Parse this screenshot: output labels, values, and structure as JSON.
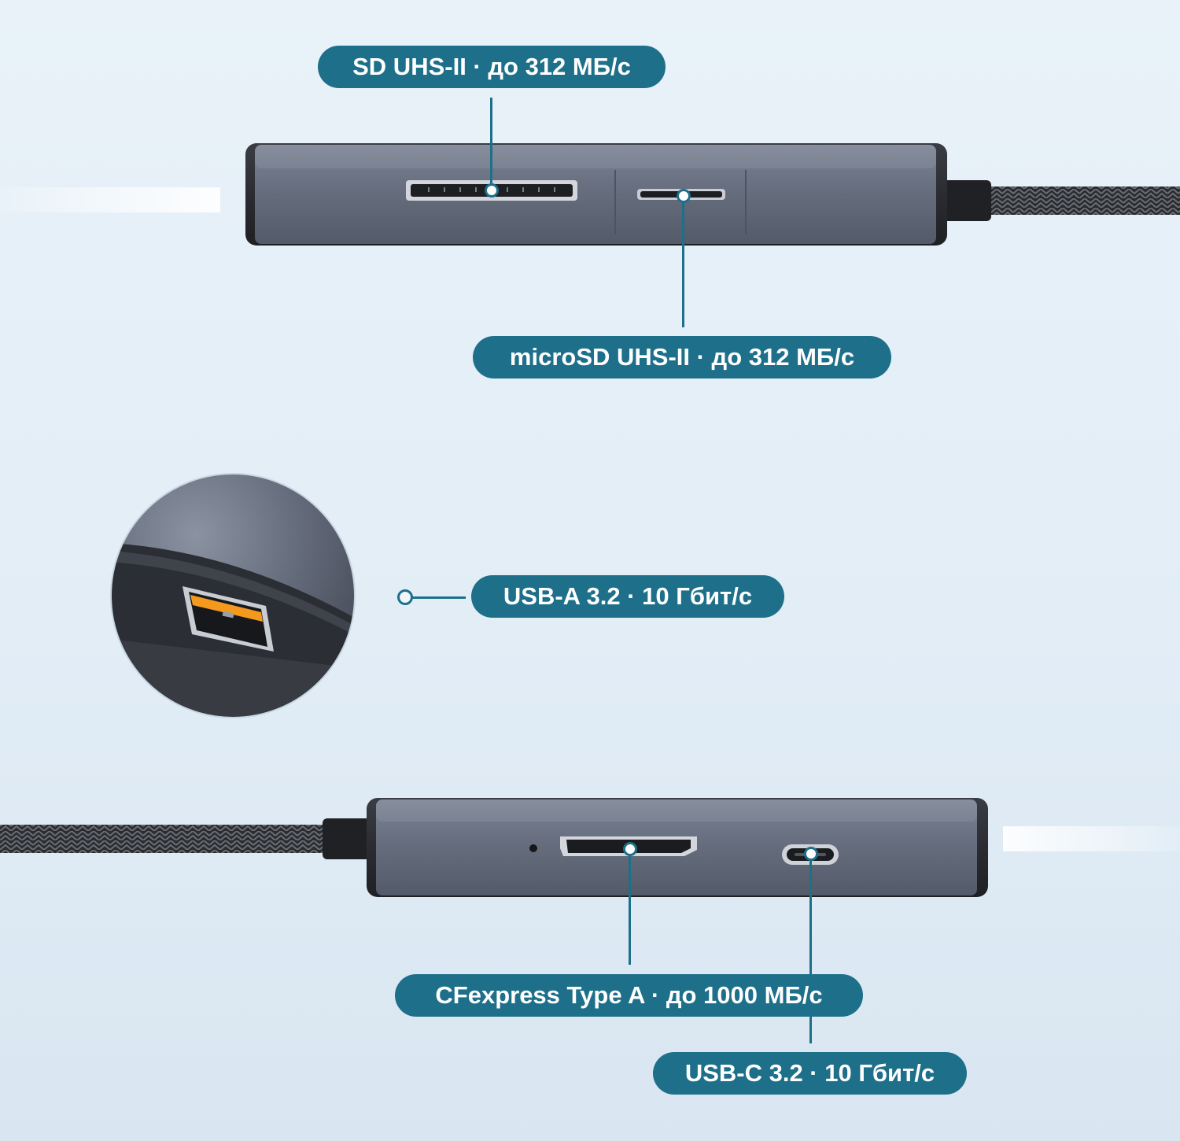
{
  "colors": {
    "accent": "#1e6f8a",
    "label_text": "#ffffff",
    "device_body": "#5f6675",
    "usb_port": "#f39a1e",
    "cable": "#2b2d31"
  },
  "device_top": {
    "ports": [
      {
        "id": "sd",
        "label": "SD UHS-II · до 312 МБ/с"
      },
      {
        "id": "microsd",
        "label": "microSD UHS-II · до 312 МБ/с"
      }
    ]
  },
  "zoom_inset": {
    "ports": [
      {
        "id": "usb-a",
        "label": "USB-A 3.2 · 10 Гбит/с"
      }
    ]
  },
  "device_bottom": {
    "ports": [
      {
        "id": "cfexpress",
        "label": "CFexpress Type A · до 1000 МБ/с"
      },
      {
        "id": "usb-c",
        "label": "USB-C 3.2 · 10 Гбит/с"
      }
    ]
  }
}
